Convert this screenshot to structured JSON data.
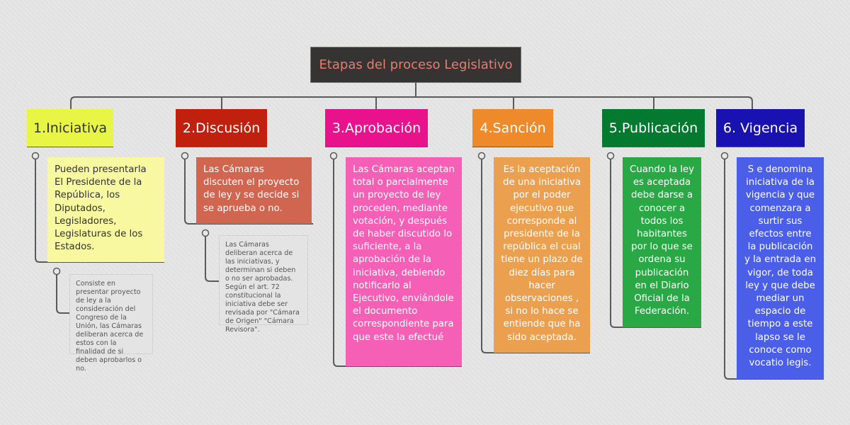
{
  "title": "Etapas del proceso Legislativo",
  "stages": [
    {
      "label": "1.Iniciativa",
      "text": "Pueden presentarla El Presidente de   la República, los Diputados, Legisladores, Legislaturas de los Estados.",
      "note": "Consiste en presentar proyecto   de ley a la consideración del Congreso de la Unión, las Cámaras deliberan acerca de estos con la finalidad de si deben aprobarlos o no.",
      "color": "#e8f545"
    },
    {
      "label": "2.Discusión",
      "text": "Las Cámaras discuten el proyecto de    ley y se decide si se aprueba o no.",
      "note": "Las Cámaras deliberan acerca de las iniciativas, y  determinan si deben o no ser aprobadas. Según el art. 72 constitucional la iniciativa debe ser revisada por  \"Cámara de Origen\"  \"Cámara Revisora\".",
      "color": "#c0200e"
    },
    {
      "label": "3.Aprobación",
      "text": "Las Cámaras aceptan total o parcialmente un proyecto de ley proceden, mediante votación, y después de haber discutido lo suficiente, a la aprobación de la iniciativa, debiendo notificarlo al Ejecutivo, enviándole el documento correspondiente para que este la efectué",
      "color": "#e8128c"
    },
    {
      "label": "4.Sanción",
      "text": "Es la aceptación de una iniciativa por el poder ejecutivo que corresponde al presidente de la república el cual tiene un plazo de diez días para hacer observaciones , si no lo hace se entiende que ha sido aceptada.",
      "color": "#ee8a2a"
    },
    {
      "label": "5.Publicación",
      "text": "Cuando la ley es aceptada debe darse a conocer a todos los habitantes por lo que se ordena su publicación en el Diario Oficial de la Federación.",
      "color": "#047a30"
    },
    {
      "label": "6. Vigencia",
      "text": "S e denomina iniciativa de la vigencia y que comenzara a surtir sus efectos entre la publicación y la entrada en vigor, de toda ley y que debe mediar un espacio de tiempo a este lapso se le conoce como vocatio legis.",
      "color": "#1a12b0"
    }
  ]
}
